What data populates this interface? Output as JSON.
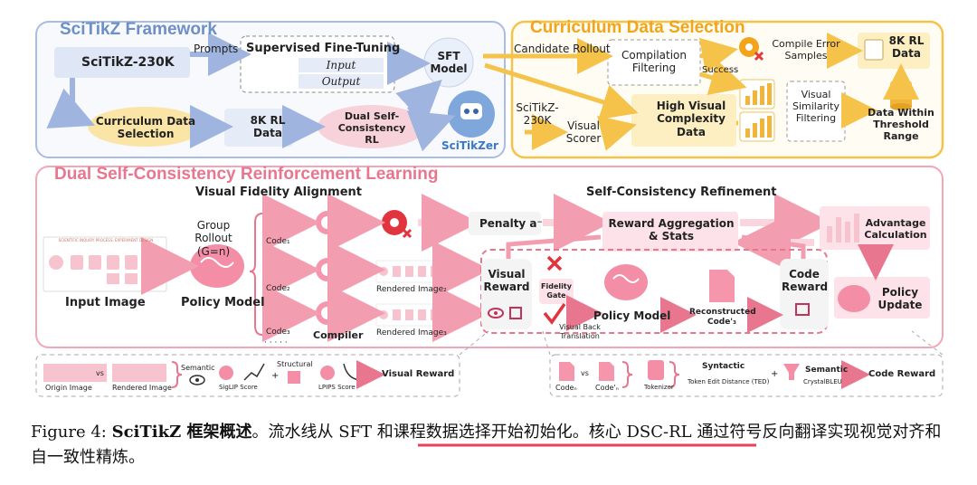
{
  "colors": {
    "framework_blue": "#6d8fc7",
    "curriculum_orange": "#f2a51a",
    "dscrl_pink": "#e9768f",
    "red_underline": "#e8425a"
  },
  "framework": {
    "title": "SciTikZ Framework",
    "dataset": "SciTikZ-230K",
    "prompts": "Prompts",
    "sft_title": "Supervised Fine-Tuning",
    "input": "Input",
    "output": "Output",
    "sft_model": "SFT Model",
    "curriculum": "Curriculum Data Selection",
    "rl_data": "8K RL Data",
    "dual_rl": "Dual Self-Consistency RL",
    "scitikzer": "SciTikZer"
  },
  "curriculum": {
    "title": "Curriculum Data Selection",
    "candidate": "Candidate Rollout",
    "compilation": "Compilation Filtering",
    "compile_error": "Compile Error Samples",
    "success": "Success",
    "rl_data": "8K RL Data",
    "dataset": "SciTikZ-230K",
    "visual_scorer": "Visual Scorer",
    "high_visual": "High Visual Complexity Data",
    "vis_sim": "Visual Similarity Filtering",
    "threshold": "Data Within Threshold Range"
  },
  "dscrl": {
    "title": "Dual Self-Consistency Reinforcement Learning",
    "vfa": "Visual Fidelity Alignment",
    "scr": "Self-Consistency Refinement",
    "group_rollout": "Group Rollout (G=n)",
    "input_image": "Input Image",
    "policy_model": "Policy Model",
    "code1": "Code₁",
    "code2": "Code₂",
    "code3": "Code₃",
    "dots": "· · · · ·",
    "compiler": "Compiler",
    "rendered2": "Rendered Image₂",
    "rendered3": "Rendered Image₃",
    "penalty": "Penalty a⁻",
    "reward_agg": "Reward Aggregation & Stats",
    "advantage": "Advantage Calculation",
    "visual_reward": "Visual Reward",
    "fidelity_gate": "Fidelity Gate",
    "back_translation": "Visual Back Translation",
    "policy_model2": "Policy Model",
    "reconstructed": "Reconstructed Code'₃",
    "code_reward": "Code Reward",
    "policy_update": "Policy Update",
    "sample_diagram_title": "SCIENTIFIC INQUIRY PROCESS: EXPERIMENT DESIGN"
  },
  "legend_left": {
    "origin": "Origin Image",
    "vs": "vs",
    "rendered": "Rendered Image",
    "semantic": "Semantic",
    "siglip": "SigLIP Score",
    "plus": "+",
    "structural": "Structural",
    "lpips": "LPIPS Score",
    "visual_reward": "Visual Reward"
  },
  "legend_right": {
    "code_n": "Codeₙ",
    "vs": "vs",
    "code_n_prime": "Code'ₙ",
    "tokenizer": "Tokenizer",
    "syntactic": "Syntactic",
    "ted": "Token Edit Distance (TED)",
    "plus": "+",
    "semantic": "Semantic",
    "crystal": "CrystalBLEU",
    "code_reward": "Code Reward"
  },
  "caption": {
    "label": "Figure 4: ",
    "bold": "SciTikZ 框架概述",
    "part1": "。流水线从 ",
    "underlined": "SFT 和课程数据选择开始初始化",
    "part2": "。核心 DSC-RL 通过符号反向翻译实现视觉对齐和自一致性精炼。"
  }
}
